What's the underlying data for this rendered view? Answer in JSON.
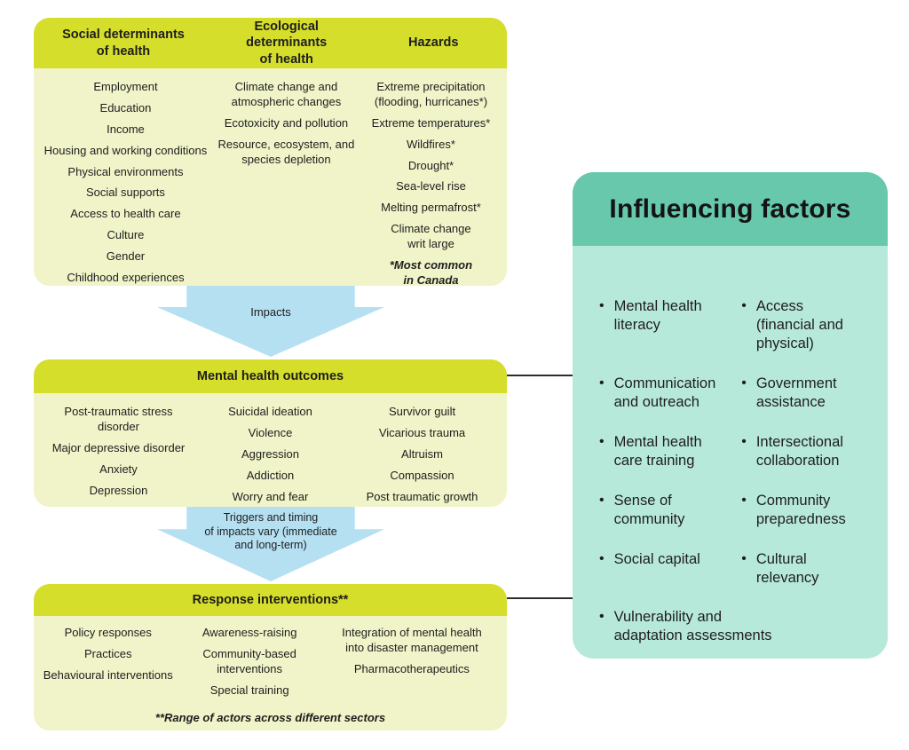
{
  "colors": {
    "header_chartreuse": "#d5de2a",
    "body_light_yellow": "#f0f4c8",
    "arrow_blue": "#b5e0f2",
    "header_teal": "#67c8ac",
    "body_mint": "#b7e9da",
    "text": "#1e1e1e",
    "connector_line": "#2d2d2d"
  },
  "determinants_box": {
    "social": {
      "header": "Social determinants\nof health",
      "items": [
        "Employment",
        "Education",
        "Income",
        "Housing and working conditions",
        "Physical environments",
        "Social supports",
        "Access to health care",
        "Culture",
        "Gender",
        "Childhood experiences"
      ]
    },
    "ecological": {
      "header": "Ecological determinants\nof health",
      "items": [
        "Climate change and\natmospheric changes",
        "Ecotoxicity and pollution",
        "Resource, ecosystem, and\nspecies depletion"
      ]
    },
    "hazards": {
      "header": "Hazards",
      "items": [
        "Extreme precipitation\n(flooding, hurricanes*)",
        "Extreme temperatures*",
        "Wildfires*",
        "Drought*",
        "Sea-level rise",
        "Melting permafrost*",
        "Climate change\nwrit large"
      ],
      "note": "*Most common\nin Canada"
    }
  },
  "arrow_impacts": {
    "label": "Impacts"
  },
  "outcomes_box": {
    "header": "Mental health outcomes",
    "col1": {
      "items": [
        "Post-traumatic stress\ndisorder",
        "Major depressive disorder",
        "Anxiety",
        "Depression"
      ]
    },
    "col2": {
      "items": [
        "Suicidal ideation",
        "Violence",
        "Aggression",
        "Addiction",
        "Worry and fear"
      ]
    },
    "col3": {
      "items": [
        "Survivor guilt",
        "Vicarious trauma",
        "Altruism",
        "Compassion",
        "Post traumatic growth"
      ]
    }
  },
  "arrow_triggers": {
    "label": "Triggers and timing\nof impacts vary (immediate\nand long-term)"
  },
  "response_box": {
    "header": "Response interventions**",
    "col1": {
      "items": [
        "Policy responses",
        "Practices",
        "Behavioural interventions"
      ]
    },
    "col2": {
      "items": [
        "Awareness-raising",
        "Community-based\ninterventions",
        "Special training"
      ]
    },
    "col3": {
      "items": [
        "Integration of mental health\ninto disaster management",
        "Pharmacotherapeutics"
      ]
    },
    "footnote": "**Range of actors across different sectors"
  },
  "influencing_box": {
    "title": "Influencing factors",
    "rows": [
      {
        "left": "Mental health\nliteracy",
        "right": "Access\n(financial and\nphysical)"
      },
      {
        "left": "Communication\nand outreach",
        "right": "Government\nassistance"
      },
      {
        "left": "Mental health\ncare training",
        "right": "Intersectional\ncollaboration"
      },
      {
        "left": "Sense of\ncommunity",
        "right": "Community\npreparedness"
      },
      {
        "left": "Social capital",
        "right": "Cultural\nrelevancy"
      }
    ],
    "footer_item": "Vulnerability and\nadaptation assessments",
    "bullet": "•"
  }
}
